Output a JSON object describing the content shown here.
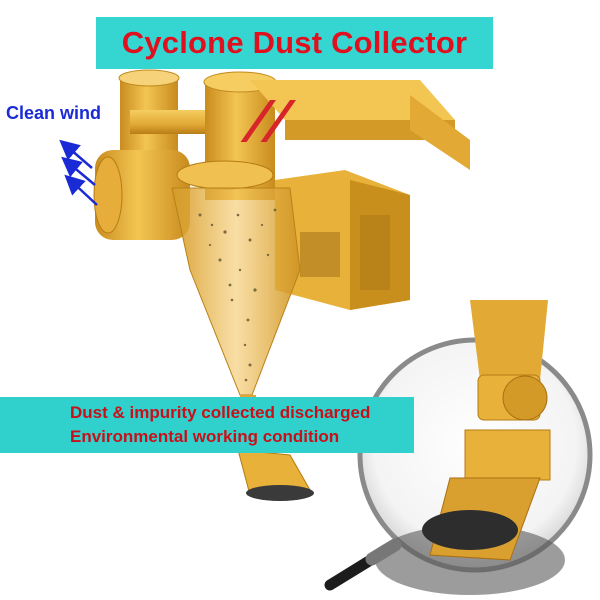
{
  "title": "Cyclone Dust Collector",
  "clean_wind_label": "Clean wind",
  "info": {
    "line1": "Dust & impurity collected discharged",
    "line2": "Environmental working condition"
  },
  "colors": {
    "machine": "#e8b13a",
    "machine_dark": "#c98f1c",
    "banner": "#35d6d2",
    "title_text": "#e0101e",
    "label_text": "#1a2bd6",
    "info_text": "#c8101a"
  }
}
